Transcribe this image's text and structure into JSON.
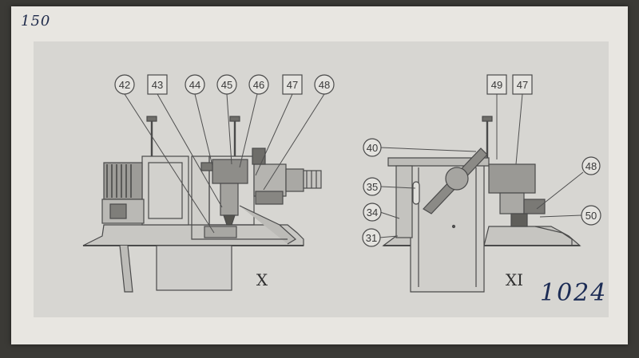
{
  "handwritten": {
    "page_number": "150",
    "sheet_number": "1024"
  },
  "figure_x": {
    "caption": "X",
    "callouts": [
      {
        "id": "42",
        "shape": "circle"
      },
      {
        "id": "43",
        "shape": "square"
      },
      {
        "id": "44",
        "shape": "circle"
      },
      {
        "id": "45",
        "shape": "circle"
      },
      {
        "id": "46",
        "shape": "circle"
      },
      {
        "id": "47",
        "shape": "square"
      },
      {
        "id": "48",
        "shape": "circle"
      }
    ]
  },
  "figure_xi": {
    "caption": "XI",
    "callouts": [
      {
        "id": "49",
        "shape": "square"
      },
      {
        "id": "47",
        "shape": "square"
      },
      {
        "id": "40",
        "shape": "circle"
      },
      {
        "id": "35",
        "shape": "circle"
      },
      {
        "id": "34",
        "shape": "circle"
      },
      {
        "id": "31",
        "shape": "circle"
      },
      {
        "id": "48",
        "shape": "circle"
      },
      {
        "id": "50",
        "shape": "circle"
      }
    ]
  }
}
